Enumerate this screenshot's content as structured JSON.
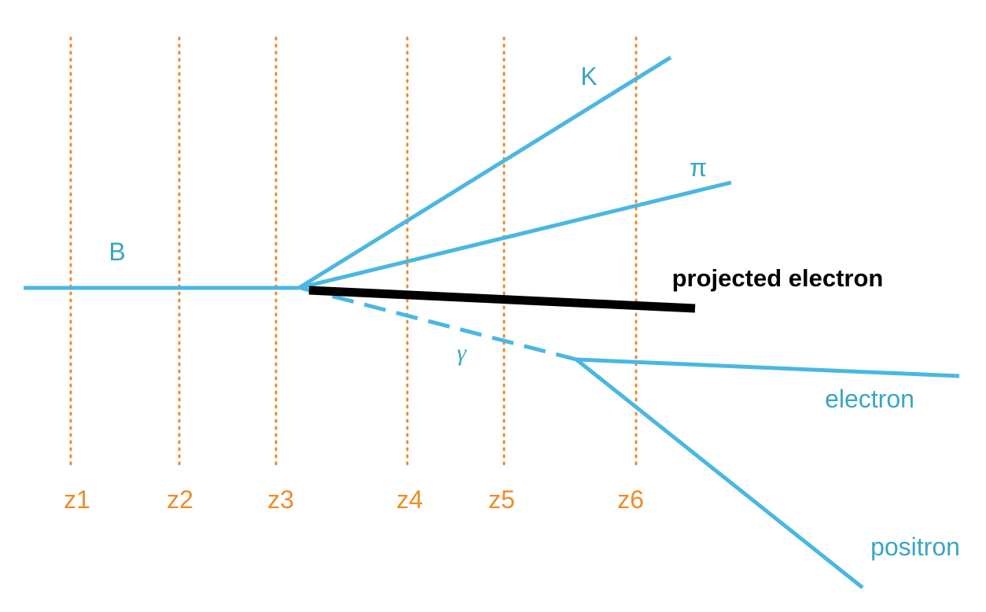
{
  "planes": [
    {
      "label": "z1"
    },
    {
      "label": "z2"
    },
    {
      "label": "z3"
    },
    {
      "label": "z4"
    },
    {
      "label": "z5"
    },
    {
      "label": "z6"
    }
  ],
  "tracks": {
    "b": {
      "label": "B"
    },
    "kaon": {
      "label": "K"
    },
    "pion": {
      "label": "π"
    },
    "photon": {
      "label": "γ"
    },
    "electron": {
      "label": "electron"
    },
    "positron": {
      "label": "positron"
    },
    "projected_electron": {
      "label": "projected electron"
    }
  },
  "colors": {
    "track": "#4ab7e3",
    "label": "#3aa5c6",
    "plane": "#f08a2a",
    "projected": "#000000"
  }
}
